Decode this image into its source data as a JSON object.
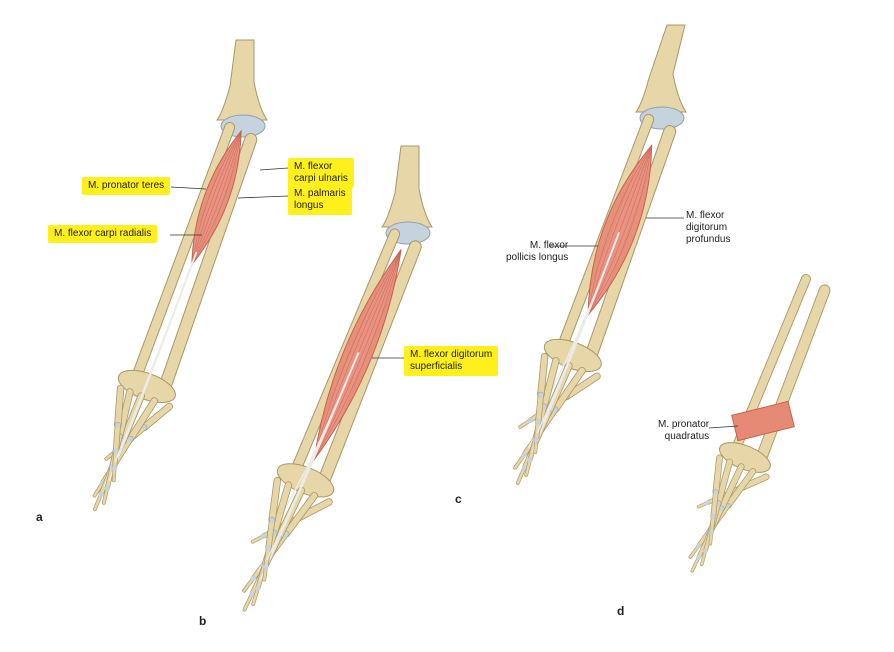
{
  "panels": {
    "a": {
      "letter": "a",
      "labels": {
        "pronator_teres": "M. pronator teres",
        "flexor_carpi_radialis": "M. flexor carpi radialis",
        "flexor_carpi_ulnaris": "M. flexor\ncarpi ulnaris",
        "palmaris_longus": "M. palmaris\nlongus"
      }
    },
    "b": {
      "letter": "b",
      "labels": {
        "flexor_digitorum_superficialis": "M. flexor digitorum\nsuperficialis"
      }
    },
    "c": {
      "letter": "c",
      "labels": {
        "flexor_pollicis_longus": "M. flexor\npollicis longus",
        "flexor_digitorum_profundus": "M. flexor\ndigitorum\nprofundus"
      }
    },
    "d": {
      "letter": "d",
      "labels": {
        "pronator_quadratus": "M. pronator\nquadratus"
      }
    }
  },
  "colors": {
    "bone": "#e6d6a8",
    "bone_outline": "#a89868",
    "muscle": "#e68a76",
    "muscle_dark": "#c9604f",
    "tendon": "#ecebe6",
    "cartilage": "#c4d3de",
    "highlight": "#ffef1a",
    "leader": "#333333"
  }
}
